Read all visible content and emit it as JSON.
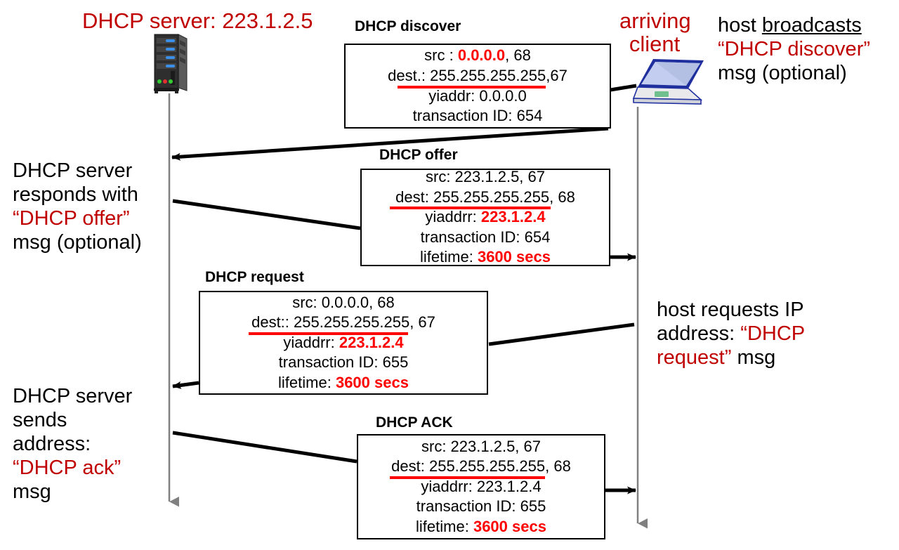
{
  "diagram": {
    "title_left": "DHCP server: 223.1.2.5",
    "title_right": "arriving\nclient",
    "server_label": "DHCP server: 223.1.2.5",
    "client_label_line1": "arriving",
    "client_label_line2": "client"
  },
  "icons": {
    "server": "server-tower-icon",
    "client": "laptop-icon"
  },
  "annotations": {
    "left": [
      {
        "id": "offer-note",
        "lines": [
          {
            "text": "DHCP server",
            "color": "#000000"
          },
          {
            "text": "responds with",
            "color": "#000000"
          },
          {
            "text": "“DHCP offer”",
            "color": "#c00000"
          },
          {
            "text": "msg (optional)",
            "color": "#000000"
          }
        ]
      },
      {
        "id": "ack-note",
        "lines": [
          {
            "text": "DHCP server",
            "color": "#000000"
          },
          {
            "text": "sends",
            "color": "#000000"
          },
          {
            "text": "address:",
            "color": "#000000"
          },
          {
            "text": "“DHCP ack”",
            "color": "#c00000"
          },
          {
            "text": "msg",
            "color": "#000000"
          }
        ]
      }
    ],
    "right": [
      {
        "id": "discover-note",
        "line1_pre": "host ",
        "line1_underlined": "broadcasts",
        "line2": "“DHCP discover”",
        "line3": "msg (optional)"
      },
      {
        "id": "request-note",
        "line1": "host requests IP",
        "line2_pre": "address: ",
        "line2_red": "“DHCP",
        "line3_red": "request”",
        "line3_post": " msg"
      }
    ]
  },
  "messages": [
    {
      "id": "dhcp-discover",
      "caption": "DHCP discover",
      "lines": [
        {
          "label": "src :",
          "value": "0.0.0.0",
          "highlight": true,
          "suffix": ", 68"
        },
        {
          "label": "dest.:",
          "value": "255.255.255.255",
          "underline": true,
          "suffix": ",67"
        },
        {
          "label": "yiaddr:",
          "value": "0.0.0.0",
          "suffix": ""
        },
        {
          "label": "transaction ID:",
          "value": "654",
          "suffix": ""
        }
      ]
    },
    {
      "id": "dhcp-offer",
      "caption": "DHCP offer",
      "lines": [
        {
          "label": "src:",
          "value": "223.1.2.5",
          "suffix": ", 67"
        },
        {
          "label": "dest:",
          "value": "255.255.255.255",
          "underline": true,
          "suffix": ", 68"
        },
        {
          "label": "yiaddrr:",
          "value": "223.1.2.4",
          "highlight": true,
          "suffix": ""
        },
        {
          "label": "transaction ID:",
          "value": "654",
          "suffix": ""
        },
        {
          "label": "lifetime:",
          "value": "3600 secs",
          "highlight": true,
          "suffix": ""
        }
      ]
    },
    {
      "id": "dhcp-request",
      "caption": "DHCP request",
      "lines": [
        {
          "label": "src:",
          "value": "0.0.0.0",
          "suffix": ", 68"
        },
        {
          "label": "dest::",
          "value": "255.255.255.255",
          "underline": true,
          "suffix": ", 67"
        },
        {
          "label": "yiaddrr:",
          "value": "223.1.2.4",
          "highlight": true,
          "suffix": ""
        },
        {
          "label": "transaction ID:",
          "value": "655",
          "suffix": ""
        },
        {
          "label": "lifetime:",
          "value": "3600 secs",
          "highlight": true,
          "suffix": ""
        }
      ]
    },
    {
      "id": "dhcp-ack",
      "caption": "DHCP ACK",
      "lines": [
        {
          "label": "src:",
          "value": "223.1.2.5",
          "suffix": ", 67"
        },
        {
          "label": "dest:",
          "value": "255.255.255.255",
          "underline": true,
          "suffix": ", 68"
        },
        {
          "label": "yiaddrr:",
          "value": "223.1.2.4",
          "suffix": ""
        },
        {
          "label": "transaction ID:",
          "value": "655",
          "suffix": ""
        },
        {
          "label": "lifetime:",
          "value": "3600 secs",
          "highlight": true,
          "suffix": ""
        }
      ]
    }
  ],
  "box_text": {
    "discover": {
      "l1a": "src : ",
      "l1b": "0.0.0.0",
      "l1c": ", 68",
      "l2a": "dest.: ",
      "l2b": "255.255.255.255",
      "l2c": ",67",
      "l3": "yiaddr:    0.0.0.0",
      "l4": "transaction ID: 654"
    },
    "offer": {
      "l1": "src: 223.1.2.5, 67",
      "l2a": "dest:  ",
      "l2b": "255.255.255.255",
      "l2c": ", 68",
      "l3a": "yiaddrr: ",
      "l3b": "223.1.2.4",
      "l4": "transaction ID: 654",
      "l5a": "lifetime: ",
      "l5b": "3600 secs"
    },
    "request": {
      "l1": "src:  0.0.0.0, 68",
      "l2a": "dest::  ",
      "l2b": "255.255.255.255",
      "l2c": ", 67",
      "l3a": "yiaddrr: ",
      "l3b": "223.1.2.4",
      "l4": "transaction ID: 655",
      "l5a": "lifetime: ",
      "l5b": "3600 secs"
    },
    "ack": {
      "l1": "src: 223.1.2.5, 67",
      "l2a": "dest:  ",
      "l2b": "255.255.255.255",
      "l2c": ", 68",
      "l3": "yiaddrr: 223.1.2.4",
      "l4": "transaction ID: 655",
      "l5a": "lifetime: ",
      "l5b": "3600 secs"
    }
  },
  "colors": {
    "accent_red": "#ff0000",
    "title_red": "#c00000",
    "lifeline_gray": "#808080",
    "stroke_black": "#000000",
    "background": "#ffffff"
  }
}
